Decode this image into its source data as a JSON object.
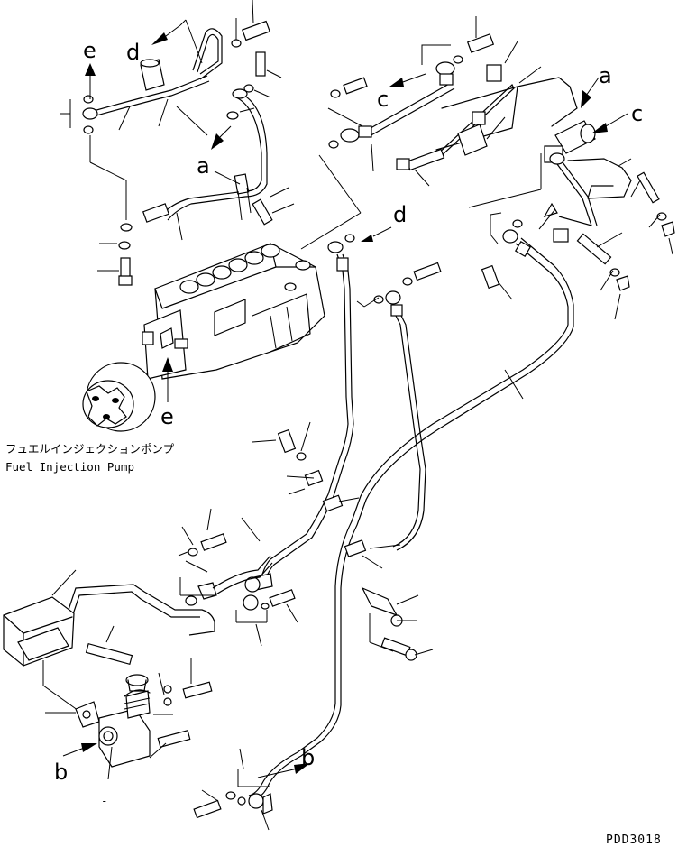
{
  "callouts": {
    "a": "a",
    "b": "b",
    "c": "c",
    "d": "d",
    "e": "e"
  },
  "caption": {
    "japanese": "フュエルインジェクションポンプ",
    "english": "Fuel Injection Pump"
  },
  "drawing_code": "PDD3018",
  "colors": {
    "line": "#000000",
    "background": "#ffffff"
  }
}
